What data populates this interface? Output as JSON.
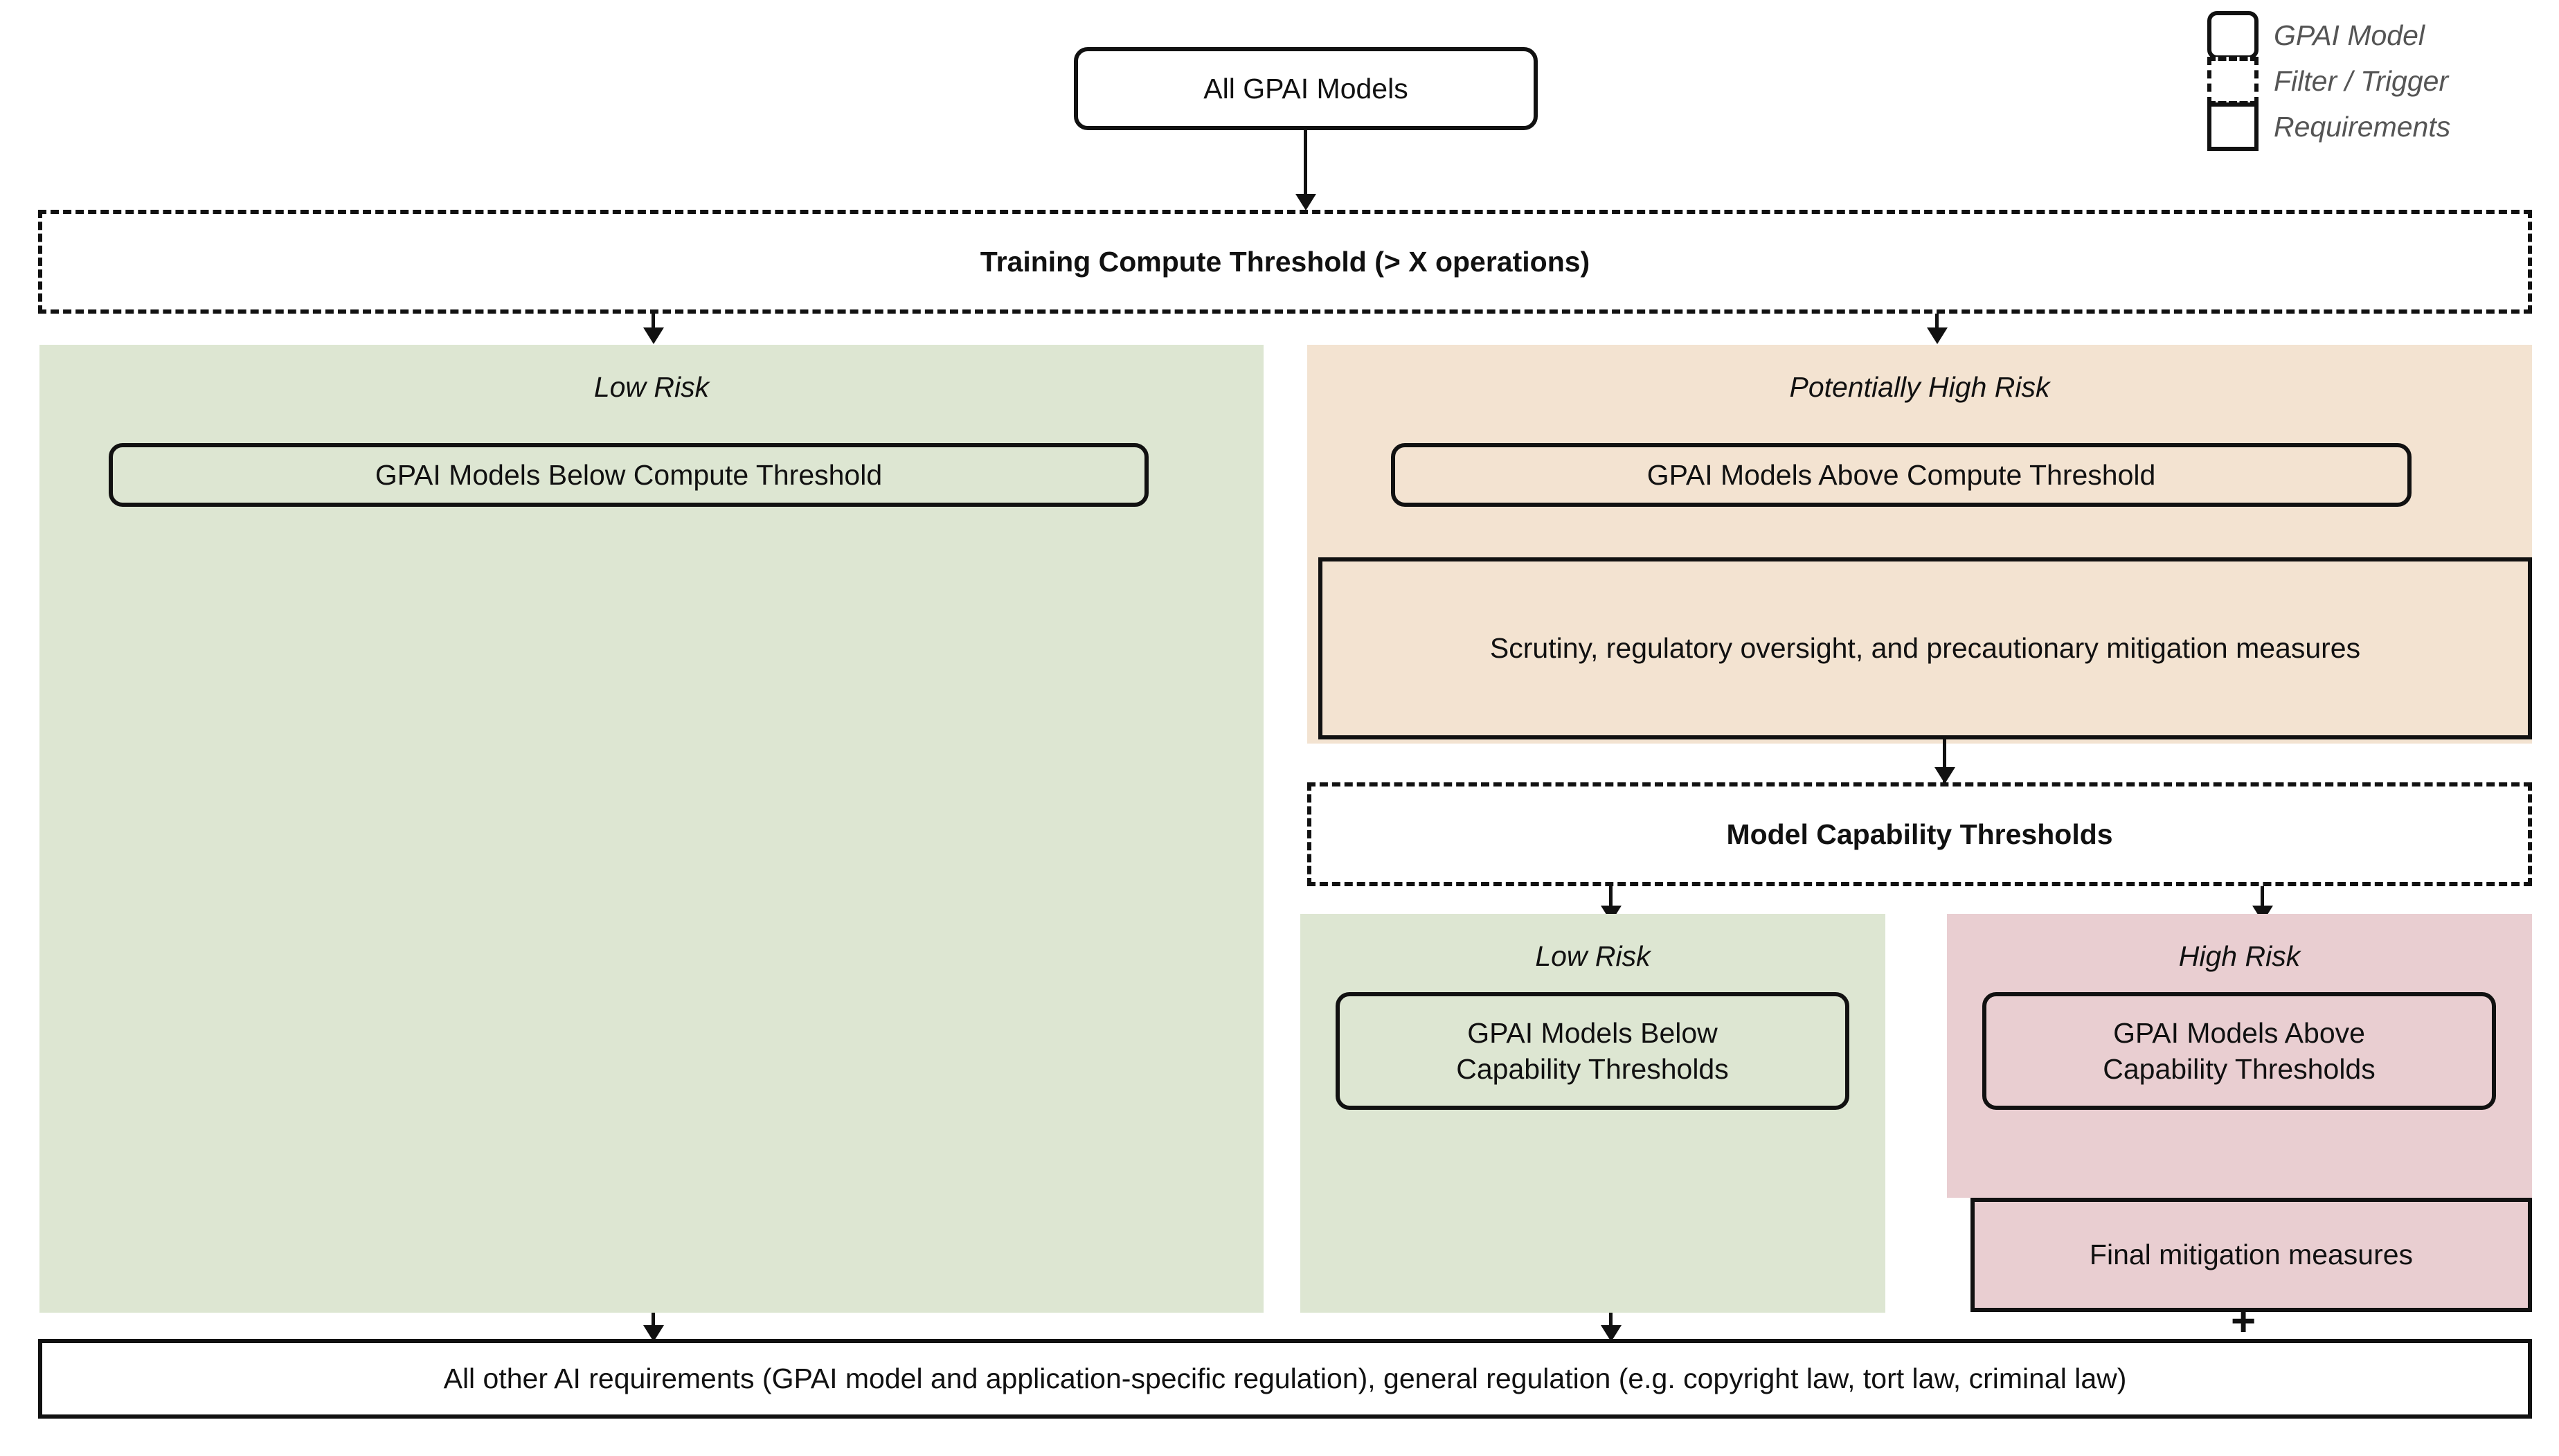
{
  "diagram": {
    "title_node": "All GPAI Models",
    "legend": {
      "items": [
        {
          "label": "GPAI Model",
          "shape": "rounded-rect"
        },
        {
          "label": "Filter / Trigger",
          "shape": "dashed-rect"
        },
        {
          "label": "Requirements",
          "shape": "square-rect"
        }
      ]
    },
    "filters": {
      "compute_threshold": "Training Compute Threshold (> X operations)",
      "capability_threshold": "Model Capability Thresholds"
    },
    "branches": {
      "low_risk_compute": {
        "title": "Low Risk",
        "model_node": "GPAI Models Below Compute Threshold",
        "color": "#dde6d2"
      },
      "potentially_high_risk": {
        "title": "Potentially High Risk",
        "model_node": "GPAI Models Above Compute Threshold",
        "requirements_node": "Scrutiny, regulatory oversight, and precautionary mitigation measures",
        "color": "#f3e3d1"
      },
      "low_risk_capability": {
        "title": "Low Risk",
        "model_node": "GPAI Models Below\nCapability Thresholds",
        "model_node_line1": "GPAI Models Below",
        "model_node_line2": "Capability Thresholds",
        "color": "#dde6d2"
      },
      "high_risk_capability": {
        "title": "High Risk",
        "model_node_line1": "GPAI Models Above",
        "model_node_line2": "Capability Thresholds",
        "requirements_node": "Final mitigation measures",
        "color": "#e9ced1"
      }
    },
    "combiner_symbol": "+",
    "footer_requirements": "All other AI requirements (GPAI model and application-specific regulation), general regulation (e.g. copyright law, tort law, criminal law)"
  }
}
